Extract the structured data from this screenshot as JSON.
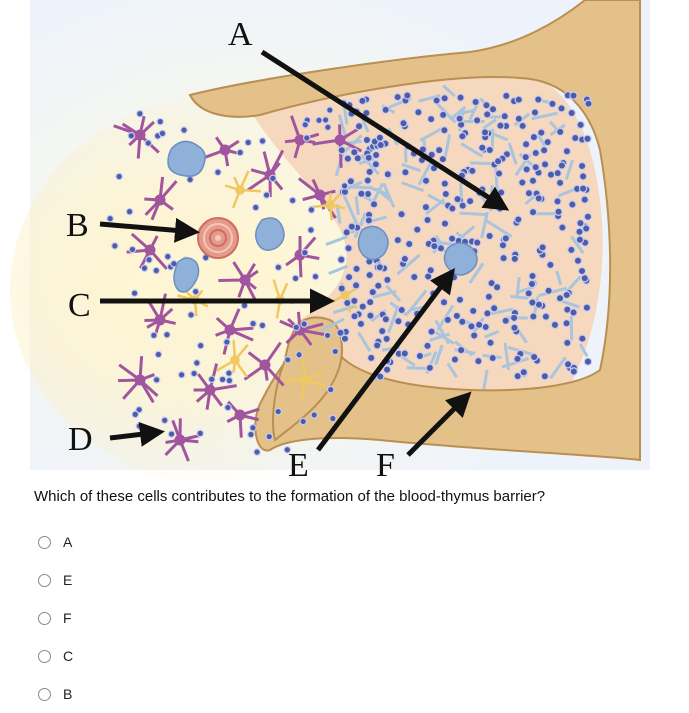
{
  "figure": {
    "labels": {
      "A": "A",
      "B": "B",
      "C": "C",
      "D": "D",
      "E": "E",
      "F": "F"
    },
    "colors": {
      "background_glow": "#fbf3c8",
      "capsule": "#e3c188",
      "capsule_edge": "#b98f52",
      "cortex_fill": "#f6d8bf",
      "epithelial_net": "#a9c4dd",
      "lymphocyte": "#4e5ba8",
      "macrophage": "#8fb0d8",
      "dendritic_cell": "#a2559f",
      "yellow_cell": "#f0c860",
      "hassall_corpuscle": "#e69a8a"
    }
  },
  "question": {
    "text": "Which of these cells contributes to the formation of the blood-thymus barrier?",
    "options": [
      "A",
      "E",
      "F",
      "C",
      "B"
    ]
  }
}
